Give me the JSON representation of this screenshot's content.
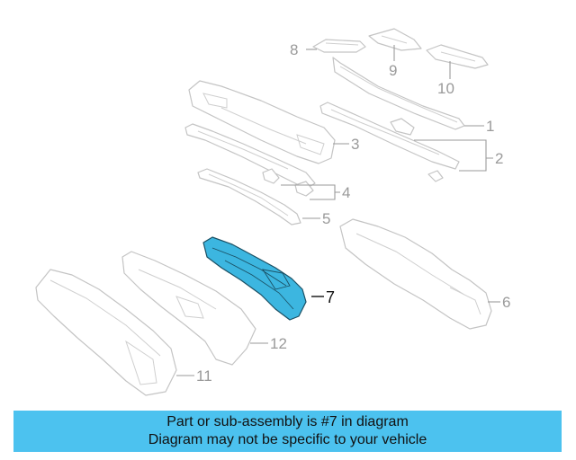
{
  "diagram": {
    "callouts": [
      "1",
      "2",
      "3",
      "4",
      "5",
      "6",
      "7",
      "8",
      "9",
      "10",
      "11",
      "12"
    ],
    "highlight_part": "7",
    "highlight_color": "#3cb6e0",
    "ghost_color": "#c4c4c4"
  },
  "banner": {
    "line1": "Part or sub-assembly is #7 in diagram",
    "line2": "Diagram may not be specific to your vehicle",
    "background": "#4cc2ef"
  }
}
